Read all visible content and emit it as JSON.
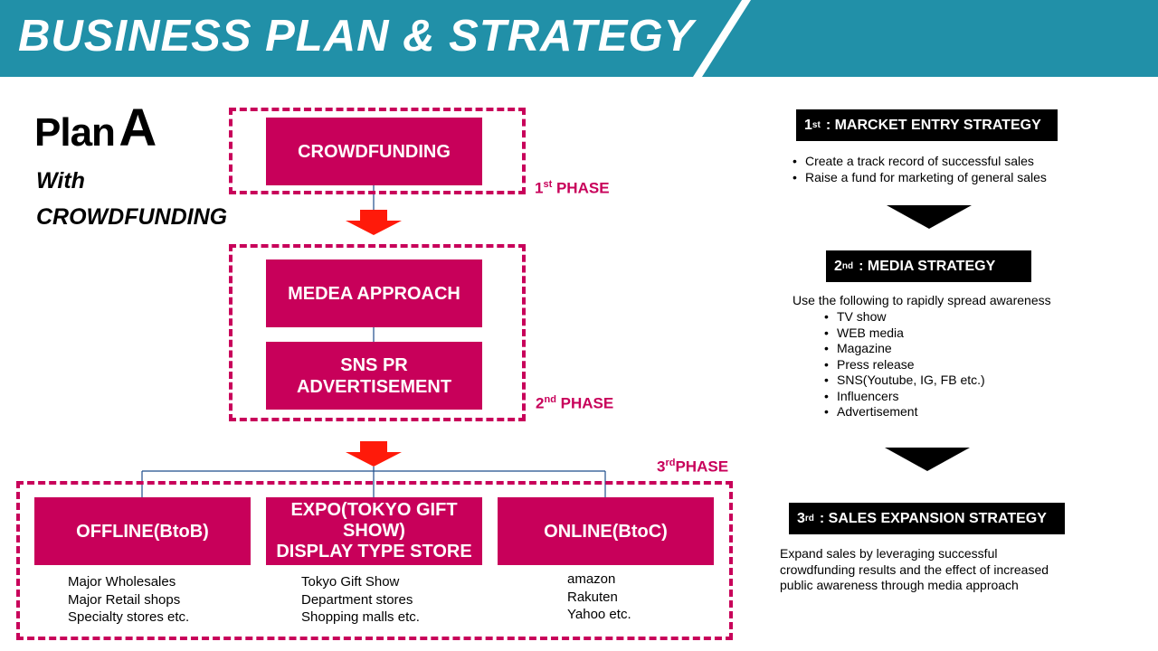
{
  "header": {
    "title": "BUSINESS PLAN & STRATEGY"
  },
  "plan": {
    "word": "Plan",
    "letter": "A",
    "subtitle_line1": "With",
    "subtitle_line2": "CROWDFUNDING"
  },
  "phase1": {
    "label_prefix": "1",
    "label_sup": "st",
    "label_suffix": " PHASE",
    "box": "CROWDFUNDING"
  },
  "phase2": {
    "label_prefix": "2",
    "label_sup": "nd",
    "label_suffix": " PHASE",
    "box1": "MEDEA APPROACH",
    "box2_line1": "SNS PR",
    "box2_line2": "ADVERTISEMENT"
  },
  "phase3": {
    "label_prefix": "3",
    "label_sup": "rd",
    "label_suffix": "PHASE",
    "channels": [
      {
        "title": "OFFLINE(BtoB)",
        "items": [
          "Major Wholesales",
          "Major Retail shops",
          "Specialty stores  etc."
        ]
      },
      {
        "title_line1": "EXPO(TOKYO GIFT",
        "title_line2": "SHOW)",
        "title_line3": "DISPLAY TYPE STORE",
        "items": [
          "Tokyo Gift Show",
          "Department stores",
          "Shopping malls  etc."
        ]
      },
      {
        "title": "ONLINE(BtoC)",
        "items": [
          "amazon",
          "Rakuten",
          "Yahoo  etc."
        ]
      }
    ]
  },
  "strategies": [
    {
      "num": "1",
      "sup": "st",
      "title": ": MARCKET ENTRY STRATEGY",
      "bullets": [
        "Create a track record of successful sales",
        "Raise a fund for marketing of general sales"
      ]
    },
    {
      "num": "2",
      "sup": "nd",
      "title": ": MEDIA STRATEGY",
      "intro": "Use the following to rapidly spread awareness",
      "bullets": [
        "TV show",
        "WEB media",
        "Magazine",
        "Press release",
        "SNS(Youtube, IG, FB etc.)",
        "Influencers",
        "Advertisement"
      ]
    },
    {
      "num": "3",
      "sup": "rd",
      "title": ": SALES EXPANSION STRATEGY",
      "body_line1": "Expand sales by leveraging successful",
      "body_line2": "crowdfunding results and the effect of increased",
      "body_line3": "public awareness through media approach"
    }
  ],
  "colors": {
    "header": "#2190a8",
    "accent": "#c8005a",
    "arrow": "#ff1a0a",
    "connector": "#1f4e8c"
  }
}
